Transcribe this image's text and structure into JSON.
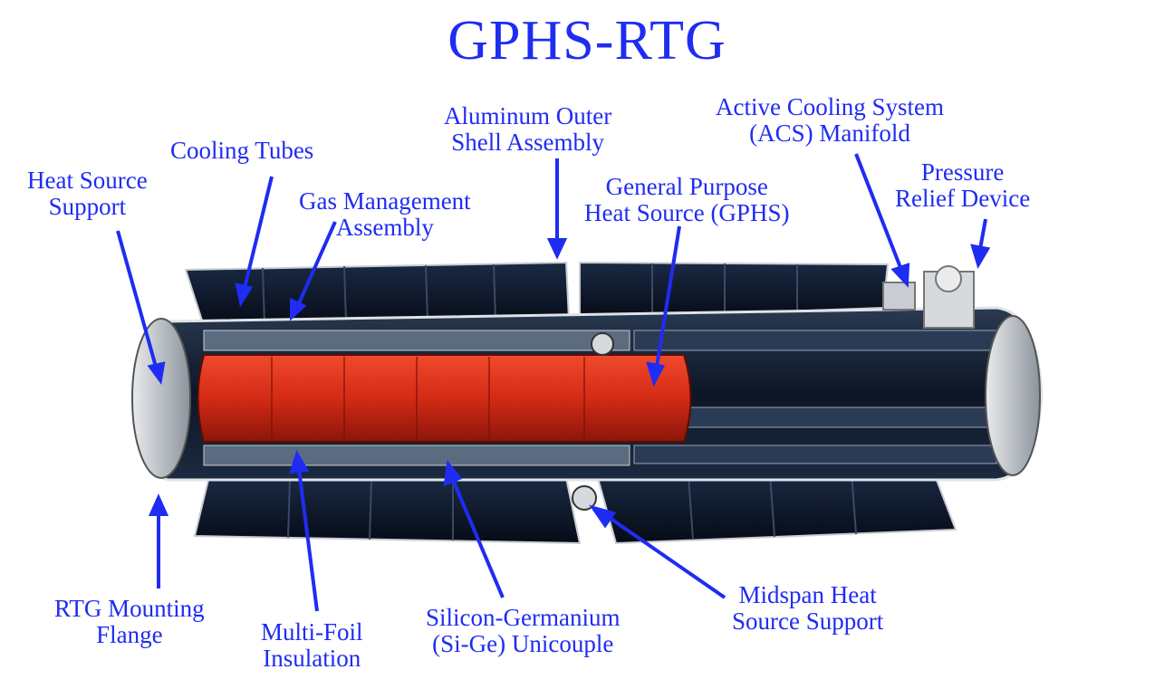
{
  "title": "GPHS-RTG",
  "labels": {
    "cooling_tubes": [
      "Cooling Tubes"
    ],
    "heat_source_support": [
      "Heat Source",
      "Support"
    ],
    "gas_management": [
      "Gas Management",
      "Assembly"
    ],
    "aluminum_shell": [
      "Aluminum Outer",
      "Shell Assembly"
    ],
    "gphs": [
      "General Purpose",
      "Heat Source (GPHS)"
    ],
    "acs_manifold": [
      "Active Cooling System",
      "(ACS) Manifold"
    ],
    "pressure_relief": [
      "Pressure",
      "Relief Device"
    ],
    "mounting_flange": [
      "RTG Mounting",
      "Flange"
    ],
    "multi_foil": [
      "Multi-Foil",
      "Insulation"
    ],
    "unicouple": [
      "Silicon-Germanium",
      "(Si-Ge) Unicouple"
    ],
    "midspan_support": [
      "Midspan Heat",
      "Source Support"
    ]
  },
  "colors": {
    "label_blue": "#1f2cf2",
    "heat_source_red": "#d42a16",
    "fin_dark": "#0b1426",
    "housing": "#bfc4c9"
  }
}
